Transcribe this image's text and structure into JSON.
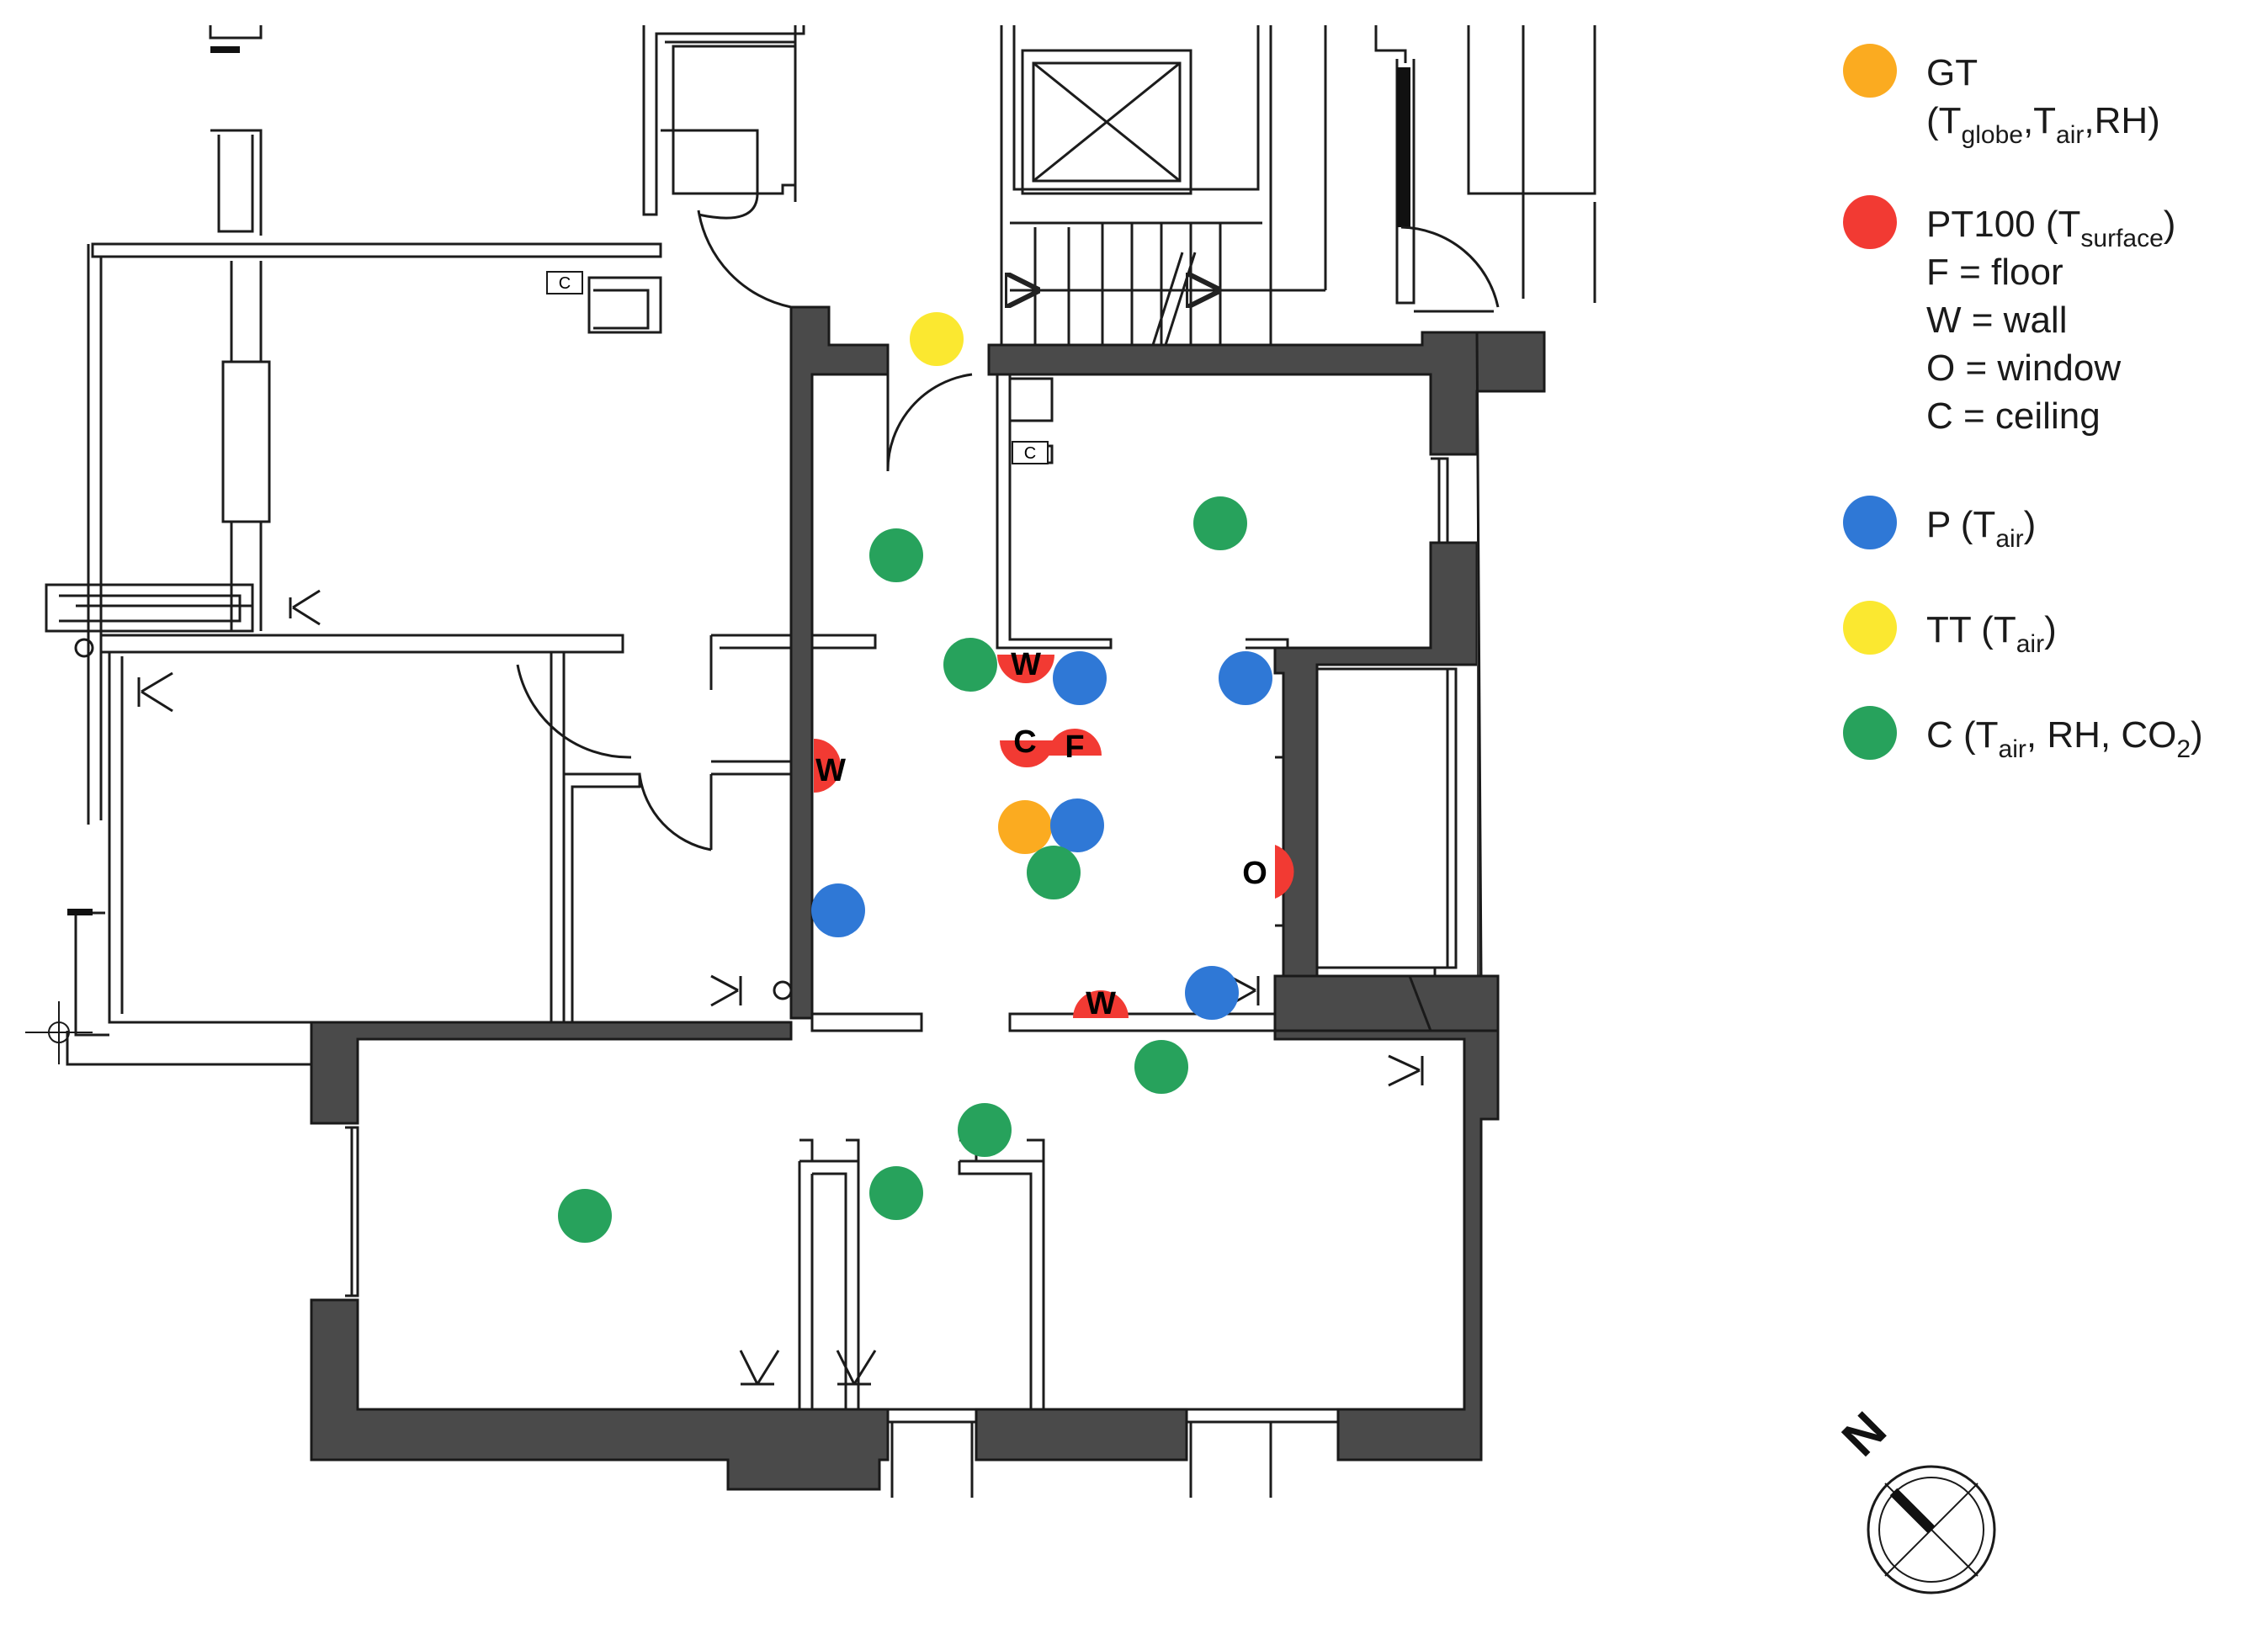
{
  "legend": {
    "gt": {
      "color": "#fbab20",
      "name": "GT",
      "open": "(T",
      "sub1": "globe",
      "mid1": ",T",
      "sub2": "air",
      "close": ",RH)"
    },
    "pt100": {
      "color": "#f23a33",
      "name": "PT100 (T",
      "sub": "surface",
      "close": ")",
      "lines": [
        "F = floor",
        "W = wall",
        "O = window",
        "C = ceiling"
      ]
    },
    "p": {
      "color": "#2f78d6",
      "pre": "P (T",
      "sub": "air",
      "post": ")"
    },
    "tt": {
      "color": "#fbe830",
      "pre": "TT (T",
      "sub": "air",
      "post": ")"
    },
    "c": {
      "color": "#27a25c",
      "pre": "C (T",
      "sub": "air",
      "mid": ", RH, CO",
      "sub2": "2",
      "post": ")"
    }
  },
  "plan_labels": {
    "ceiling_tag": "C",
    "surface_markers": [
      "W",
      "C",
      "F",
      "W",
      "O",
      "W"
    ]
  },
  "compass": {
    "north_label": "N"
  }
}
